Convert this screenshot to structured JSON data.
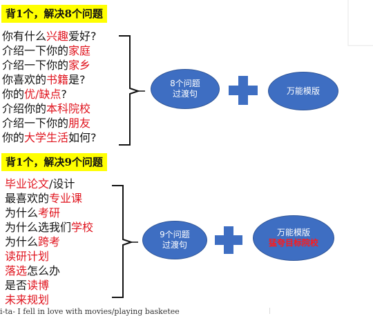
{
  "section1": {
    "banner": "背1个，解决8个问题",
    "items": [
      [
        {
          "t": "你有什么"
        },
        {
          "t": "兴趣",
          "h": true
        },
        {
          "t": "爱好?"
        }
      ],
      [
        {
          "t": "介绍一下你的"
        },
        {
          "t": "家庭",
          "h": true
        }
      ],
      [
        {
          "t": "介绍一下你的"
        },
        {
          "t": "家乡",
          "h": true
        }
      ],
      [
        {
          "t": "你喜欢的"
        },
        {
          "t": "书籍",
          "h": true
        },
        {
          "t": "是?"
        }
      ],
      [
        {
          "t": "你的"
        },
        {
          "t": "优/缺点",
          "h": true
        },
        {
          "t": "?"
        }
      ],
      [
        {
          "t": "介绍你的"
        },
        {
          "t": "本科院校",
          "h": true
        }
      ],
      [
        {
          "t": "介绍一下你的"
        },
        {
          "t": "朋友",
          "h": true
        }
      ],
      [
        {
          "t": "你的"
        },
        {
          "t": "大学生活",
          "h": true
        },
        {
          "t": "如何?"
        }
      ]
    ],
    "ellipse_left": [
      "8个问题",
      "过渡句"
    ],
    "ellipse_right": [
      "万能模版"
    ]
  },
  "section2": {
    "banner": "背1个，解决9个问题",
    "items": [
      [
        {
          "t": "毕业论文",
          "h": true
        },
        {
          "t": "/设计"
        }
      ],
      [
        {
          "t": "最喜欢的"
        },
        {
          "t": "专业课",
          "h": true
        }
      ],
      [
        {
          "t": "为什么"
        },
        {
          "t": "考研",
          "h": true
        }
      ],
      [
        {
          "t": "为什么选我们"
        },
        {
          "t": "学校",
          "h": true
        }
      ],
      [
        {
          "t": "为什么"
        },
        {
          "t": "跨考",
          "h": true
        }
      ],
      [
        {
          "t": "读研计划",
          "h": true
        }
      ],
      [
        {
          "t": "落选",
          "h": true
        },
        {
          "t": "怎么办"
        }
      ],
      [
        {
          "t": "是否"
        },
        {
          "t": "读博",
          "h": true
        }
      ],
      [
        {
          "t": "未来规划",
          "h": true
        }
      ]
    ],
    "ellipse_left": [
      "9个问题",
      "过渡句"
    ],
    "ellipse_right_line1": "万能模版",
    "ellipse_right_line2": "猛夸目标院校"
  },
  "footer_partial_text": "i-ta- I fell in love with movies/playing basketee",
  "colors": {
    "highlight": "#e0141e",
    "banner": "#ffff00",
    "ellipse": "#3e6ec2",
    "plus": "#3e6ec2"
  }
}
